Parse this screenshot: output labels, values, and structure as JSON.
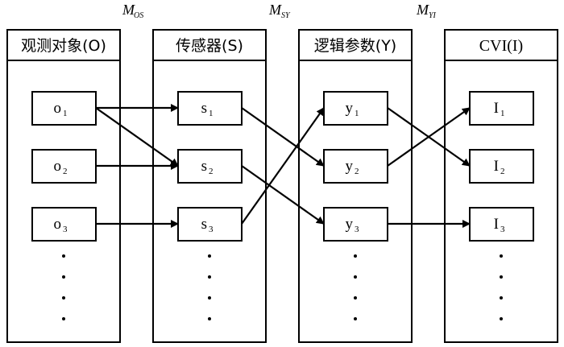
{
  "mappings": [
    {
      "main": "M",
      "sub": "OS"
    },
    {
      "main": "M",
      "sub": "SY"
    },
    {
      "main": "M",
      "sub": "YI"
    }
  ],
  "columns": [
    {
      "header": "观测对象(O)",
      "nodes": [
        {
          "main": "o",
          "sub": "1"
        },
        {
          "main": "o",
          "sub": "2"
        },
        {
          "main": "o",
          "sub": "3"
        }
      ]
    },
    {
      "header": "传感器(S)",
      "nodes": [
        {
          "main": "s",
          "sub": "1"
        },
        {
          "main": "s",
          "sub": "2"
        },
        {
          "main": "s",
          "sub": "3"
        }
      ]
    },
    {
      "header": "逻辑参数(Y)",
      "nodes": [
        {
          "main": "y",
          "sub": "1"
        },
        {
          "main": "y",
          "sub": "2"
        },
        {
          "main": "y",
          "sub": "3"
        }
      ]
    },
    {
      "header": "CVI(I)",
      "nodes": [
        {
          "main": "I",
          "sub": "1"
        },
        {
          "main": "I",
          "sub": "2"
        },
        {
          "main": "I",
          "sub": "3"
        }
      ]
    }
  ],
  "edges": [
    {
      "from": [
        0,
        0
      ],
      "to": [
        1,
        0
      ]
    },
    {
      "from": [
        0,
        0
      ],
      "to": [
        1,
        1
      ]
    },
    {
      "from": [
        0,
        1
      ],
      "to": [
        1,
        1
      ]
    },
    {
      "from": [
        0,
        2
      ],
      "to": [
        1,
        2
      ]
    },
    {
      "from": [
        1,
        0
      ],
      "to": [
        2,
        1
      ]
    },
    {
      "from": [
        1,
        1
      ],
      "to": [
        2,
        2
      ]
    },
    {
      "from": [
        1,
        2
      ],
      "to": [
        2,
        0
      ]
    },
    {
      "from": [
        2,
        0
      ],
      "to": [
        3,
        1
      ]
    },
    {
      "from": [
        2,
        1
      ],
      "to": [
        3,
        0
      ]
    },
    {
      "from": [
        2,
        2
      ],
      "to": [
        3,
        2
      ]
    }
  ],
  "colors": {
    "stroke": "#000000",
    "background": "#ffffff"
  }
}
